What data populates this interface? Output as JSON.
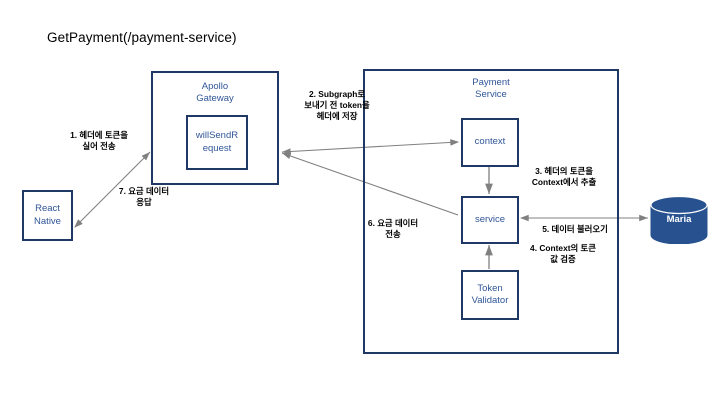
{
  "diagram": {
    "title": "GetPayment(/payment-service)",
    "accent_box_border": "#1f3864",
    "accent_text": "#2f5597",
    "db_fill": "#27518f",
    "arrow_color": "#808080",
    "nodes": {
      "react_native": {
        "label": "React\nNative"
      },
      "apollo_gateway": {
        "title": "Apollo\nGateway",
        "inner": {
          "label": "willSendR\nequest"
        }
      },
      "payment_service": {
        "title": "Payment\nService",
        "context": {
          "label": "context"
        },
        "service": {
          "label": "service"
        },
        "token_validator": {
          "label": "Token\nValidator"
        }
      },
      "maria_db": {
        "label": "Maria"
      }
    },
    "steps": [
      {
        "id": "step-1",
        "text": "1. 헤더에 토큰을\n실어 전송"
      },
      {
        "id": "step-2",
        "text": "2. Subgraph로\n보내기 전 token을\n헤더에 저장"
      },
      {
        "id": "step-3",
        "text": "3. 헤더의 토큰을\nContext에서 추출"
      },
      {
        "id": "step-4",
        "text": "4. Context의 토큰\n값 검증"
      },
      {
        "id": "step-5",
        "text": "5. 데이터 불러오기"
      },
      {
        "id": "step-6",
        "text": "6. 요금 데이터\n전송"
      },
      {
        "id": "step-7",
        "text": "7. 요금 데이터\n응답"
      }
    ]
  }
}
